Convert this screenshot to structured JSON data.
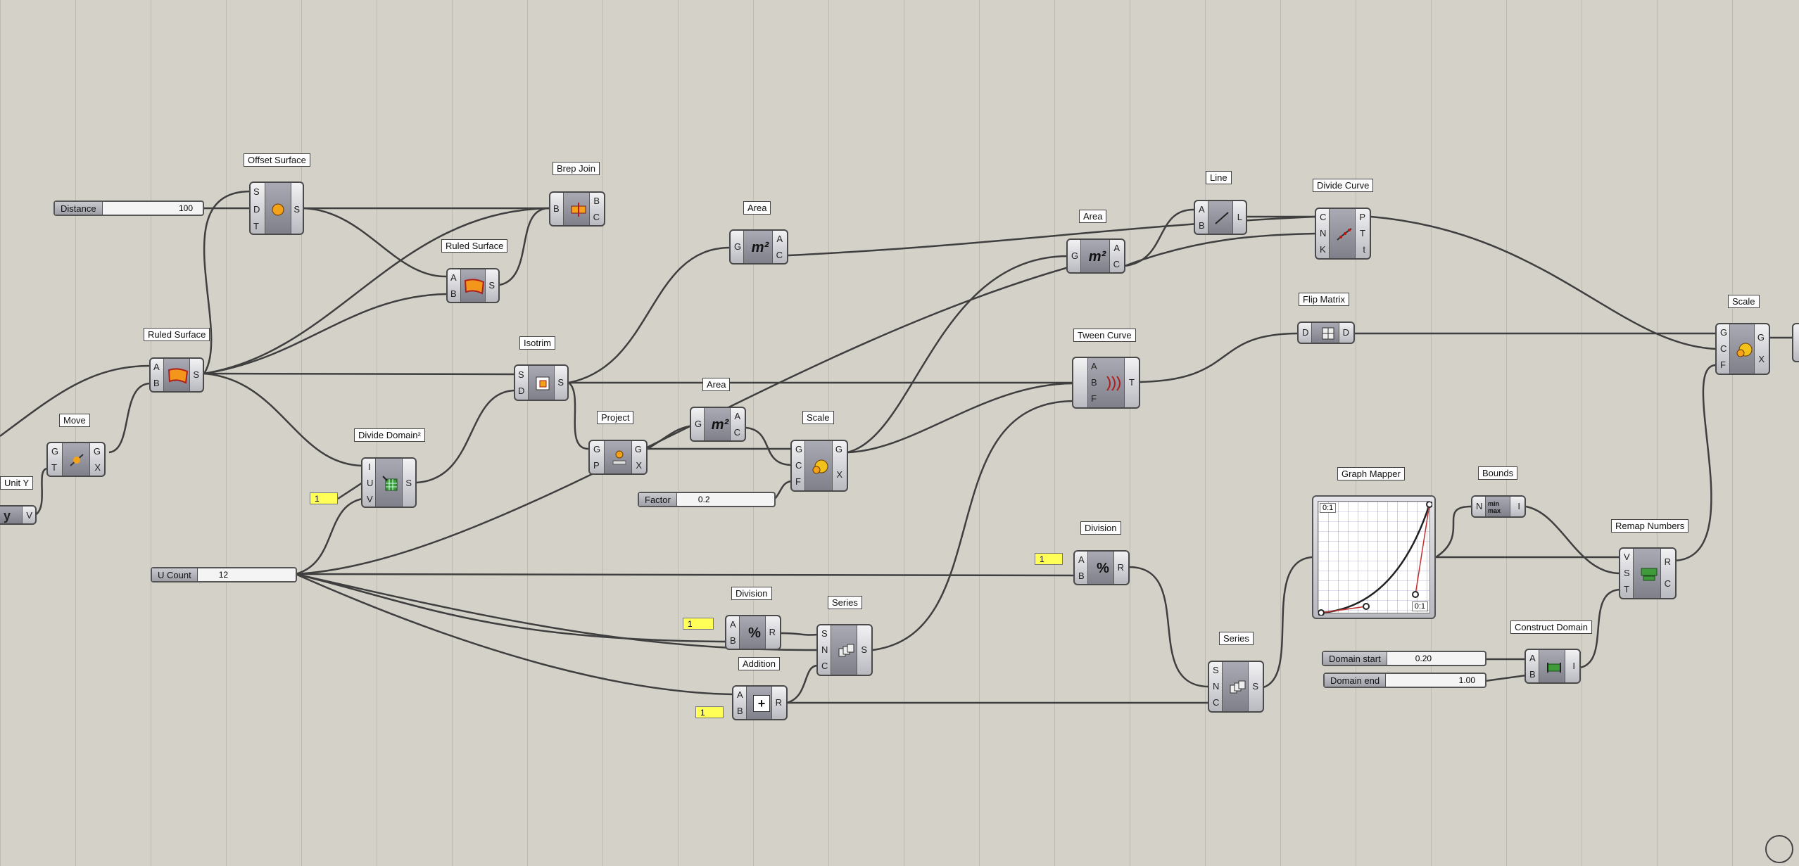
{
  "canvas": {
    "background": "#d4d1c9",
    "wire_color": "#444444",
    "panel_color": "#ffff57"
  },
  "components": [
    {
      "id": "offset-surface",
      "title": "Offset Surface",
      "inputs": [
        "S",
        "D",
        "T"
      ],
      "outputs": [
        "S"
      ],
      "icon": "offset-surface-icon"
    },
    {
      "id": "brep-join",
      "title": "Brep Join",
      "inputs": [
        "B"
      ],
      "outputs": [
        "B",
        "C"
      ],
      "icon": "brep-join-icon"
    },
    {
      "id": "ruled-surface-top",
      "title": "Ruled Surface",
      "inputs": [
        "A",
        "B"
      ],
      "outputs": [
        "S"
      ],
      "icon": "ruled-surface-icon"
    },
    {
      "id": "ruled-surface-left",
      "title": "Ruled Surface",
      "inputs": [
        "A",
        "B"
      ],
      "outputs": [
        "S"
      ],
      "icon": "ruled-surface-icon"
    },
    {
      "id": "move",
      "title": "Move",
      "inputs": [
        "G",
        "T"
      ],
      "outputs": [
        "G",
        "X"
      ],
      "icon": "move-icon"
    },
    {
      "id": "unit-y",
      "title": "Unit Y",
      "inputs": [],
      "outputs": [
        "V"
      ],
      "icon": "unit-y-icon"
    },
    {
      "id": "isotrim",
      "title": "Isotrim",
      "inputs": [
        "S",
        "D"
      ],
      "outputs": [
        "S"
      ],
      "icon": "isotrim-icon"
    },
    {
      "id": "divide-domain2",
      "title": "Divide Domain²",
      "inputs": [
        "I",
        "U",
        "V"
      ],
      "outputs": [
        "S"
      ],
      "icon": "divide-domain-icon"
    },
    {
      "id": "area-1",
      "title": "Area",
      "inputs": [
        "G"
      ],
      "outputs": [
        "A",
        "C"
      ],
      "icon": "area-icon"
    },
    {
      "id": "area-2",
      "title": "Area",
      "inputs": [
        "G"
      ],
      "outputs": [
        "A",
        "C"
      ],
      "icon": "area-icon"
    },
    {
      "id": "area-3",
      "title": "Area",
      "inputs": [
        "G"
      ],
      "outputs": [
        "A",
        "C"
      ],
      "icon": "area-icon"
    },
    {
      "id": "project",
      "title": "Project",
      "inputs": [
        "G",
        "P"
      ],
      "outputs": [
        "G",
        "X"
      ],
      "icon": "project-icon"
    },
    {
      "id": "scale-1",
      "title": "Scale",
      "inputs": [
        "G",
        "C",
        "F"
      ],
      "outputs": [
        "G",
        "X"
      ],
      "icon": "scale-icon"
    },
    {
      "id": "line",
      "title": "Line",
      "inputs": [
        "A",
        "B"
      ],
      "outputs": [
        "L"
      ],
      "icon": "line-icon"
    },
    {
      "id": "divide-curve",
      "title": "Divide Curve",
      "inputs": [
        "C",
        "N",
        "K"
      ],
      "outputs": [
        "P",
        "T",
        "t"
      ],
      "icon": "divide-curve-icon"
    },
    {
      "id": "flip-matrix",
      "title": "Flip Matrix",
      "inputs": [
        "D"
      ],
      "outputs": [
        "D"
      ],
      "icon": "flip-matrix-icon"
    },
    {
      "id": "tween-curve",
      "title": "Tween Curve",
      "inputs": [
        "A",
        "B",
        "F"
      ],
      "outputs": [
        "T"
      ],
      "icon": "tween-curve-icon"
    },
    {
      "id": "scale-2",
      "title": "Scale",
      "inputs": [
        "G",
        "C",
        "F"
      ],
      "outputs": [
        "G",
        "X"
      ],
      "icon": "scale-icon"
    },
    {
      "id": "division-1",
      "title": "Division",
      "inputs": [
        "A",
        "B"
      ],
      "outputs": [
        "R"
      ],
      "icon": "division-icon"
    },
    {
      "id": "division-2",
      "title": "Division",
      "inputs": [
        "A",
        "B"
      ],
      "outputs": [
        "R"
      ],
      "icon": "division-icon"
    },
    {
      "id": "series-1",
      "title": "Series",
      "inputs": [
        "S",
        "N",
        "C"
      ],
      "outputs": [
        "S"
      ],
      "icon": "series-icon"
    },
    {
      "id": "series-2",
      "title": "Series",
      "inputs": [
        "S",
        "N",
        "C"
      ],
      "outputs": [
        "S"
      ],
      "icon": "series-icon"
    },
    {
      "id": "addition",
      "title": "Addition",
      "inputs": [
        "A",
        "B"
      ],
      "outputs": [
        "R"
      ],
      "icon": "addition-icon"
    },
    {
      "id": "bounds",
      "title": "Bounds",
      "inputs": [
        "N"
      ],
      "outputs": [
        "I"
      ],
      "icon": "bounds-icon"
    },
    {
      "id": "remap-numbers",
      "title": "Remap Numbers",
      "inputs": [
        "V",
        "S",
        "T"
      ],
      "outputs": [
        "R",
        "C"
      ],
      "icon": "remap-icon"
    },
    {
      "id": "construct-domain",
      "title": "Construct Domain",
      "inputs": [
        "A",
        "B"
      ],
      "outputs": [
        "I"
      ],
      "icon": "construct-domain-icon"
    }
  ],
  "sliders": {
    "distance": {
      "label": "Distance",
      "value": "100"
    },
    "factor": {
      "label": "Factor",
      "value": "0.2"
    },
    "u_count": {
      "label": "U Count",
      "value": "12"
    },
    "domain_start": {
      "label": "Domain start",
      "value": "0.20"
    },
    "domain_end": {
      "label": "Domain end",
      "value": "1.00"
    }
  },
  "panels": [
    "1",
    "1",
    "1",
    "1"
  ],
  "graph_mapper": {
    "title": "Graph Mapper",
    "range_label": "0:1"
  },
  "icons": {
    "area_symbol": "m²",
    "division_symbol": "%",
    "addition_symbol": "+",
    "bounds_symbol": "min max"
  }
}
